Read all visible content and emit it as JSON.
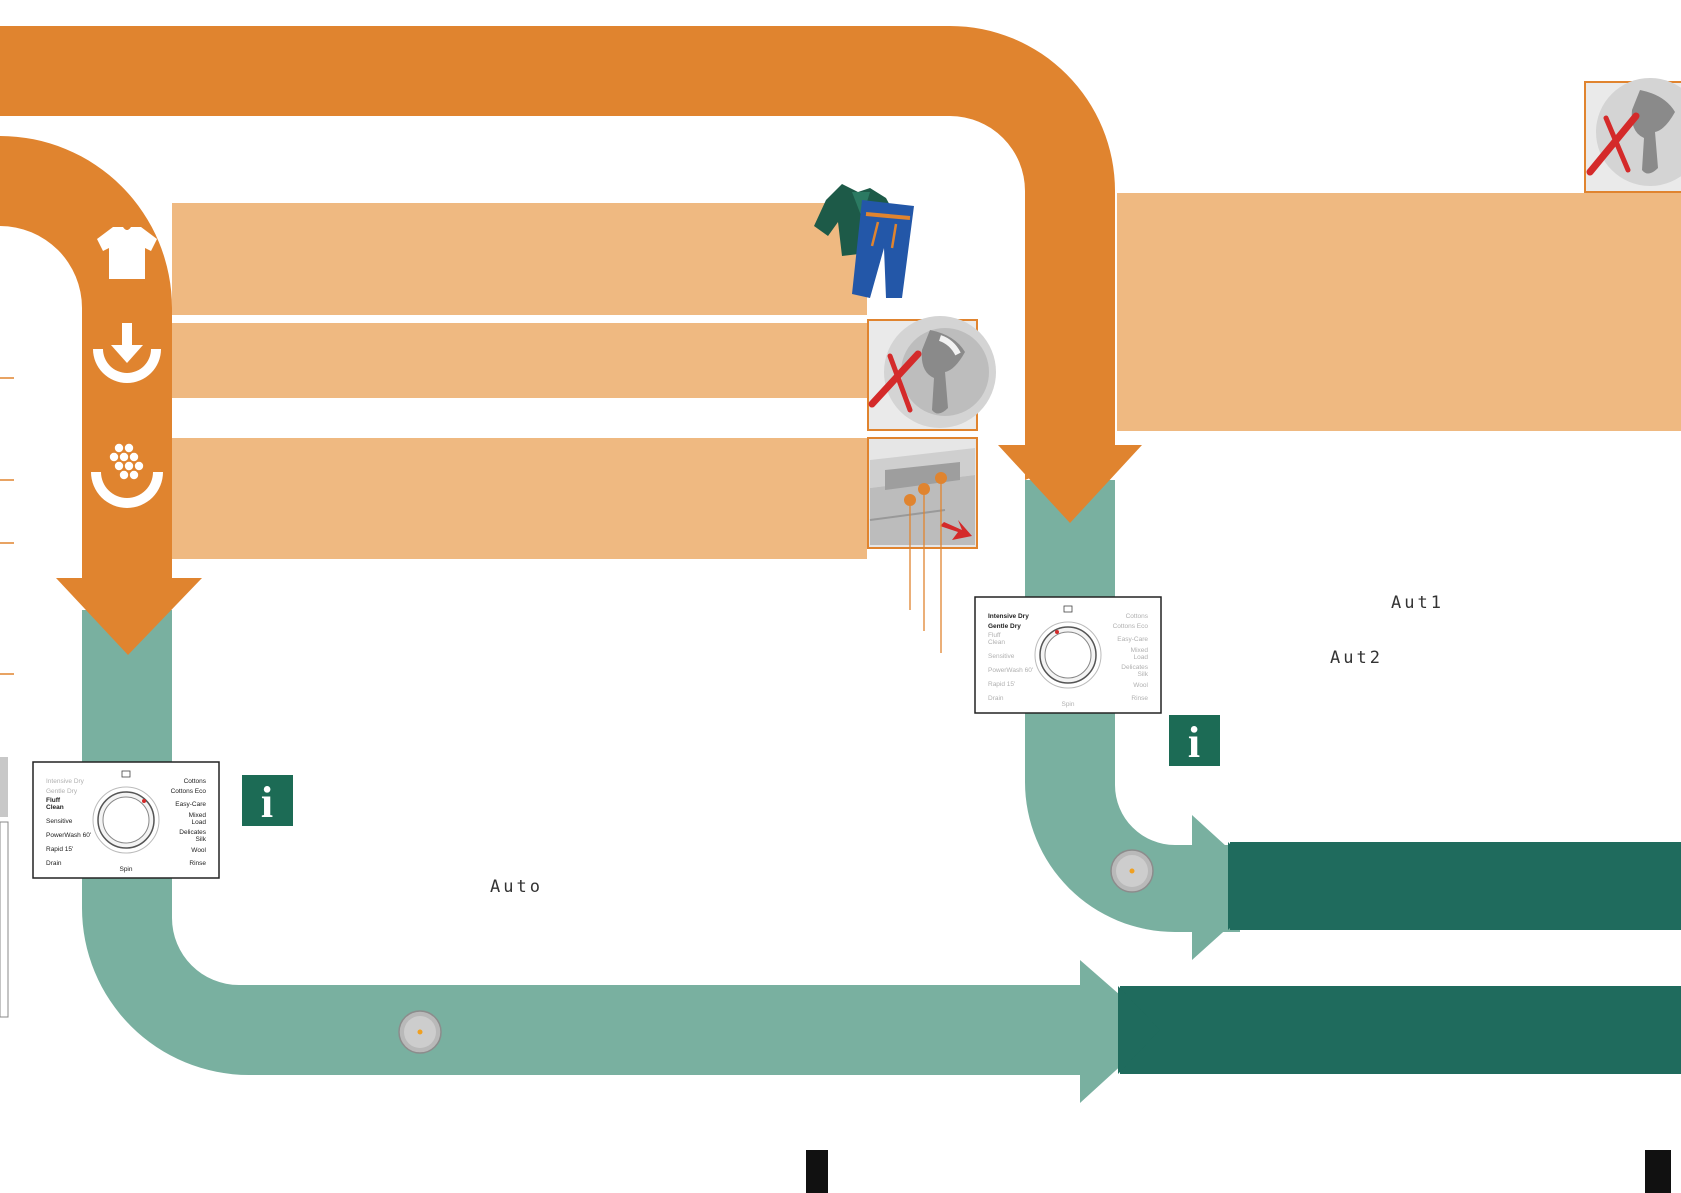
{
  "colors": {
    "orange": "#e0842f",
    "peach": "#efb981",
    "mint": "#79b0a0",
    "dark_green": "#1f6b5d",
    "info_green": "#1c6b55",
    "red_mark": "#d42a2a"
  },
  "icons": {
    "shirt": "tshirt-icon",
    "load": "load-arrow-icon",
    "detergent": "detergent-icon",
    "clothes": "clothes-illustration",
    "drum": "drum-no-overload-photo",
    "drawer": "detergent-drawer-photo",
    "info": "info-icon",
    "start": "start-pause-button"
  },
  "left_dial": {
    "left_labels": [
      "Intensive Dry",
      "Gentle Dry",
      "Fluff",
      "Clean",
      "Sensitive",
      "PowerWash 60'",
      "Rapid 15'",
      "Drain"
    ],
    "right_labels": [
      "Cottons",
      "Cottons Eco",
      "Easy-Care",
      "Mixed",
      "Load",
      "Delicates",
      "Silk",
      "Wool",
      "Rinse"
    ],
    "bottom_label": "Spin"
  },
  "right_dial": {
    "left_labels": [
      "Intensive Dry",
      "Gentle Dry",
      "Fluff",
      "Clean",
      "Sensitive",
      "PowerWash 60'",
      "Rapid 15'",
      "Drain"
    ],
    "right_labels": [
      "Cottons",
      "Cottons Eco",
      "Easy-Care",
      "Mixed",
      "Load",
      "Delicates",
      "Silk",
      "Wool",
      "Rinse"
    ],
    "bottom_label": "Spin"
  },
  "displays": {
    "auto": "Auto",
    "aut1": "Aut1",
    "aut2": "Aut2"
  },
  "info_glyph": "i"
}
